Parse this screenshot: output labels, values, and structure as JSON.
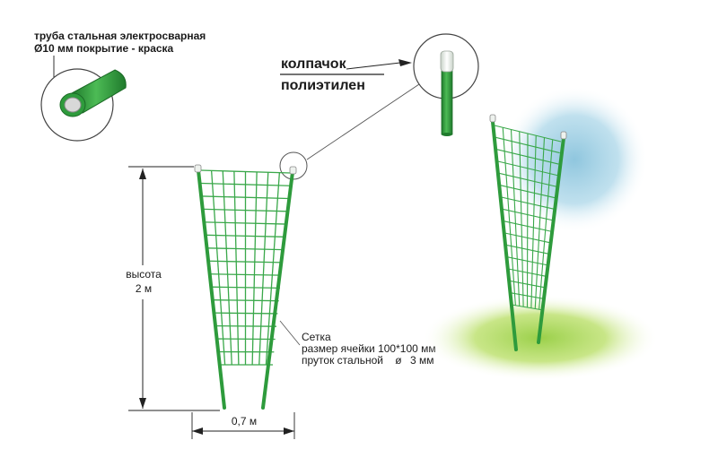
{
  "pipe_callout": {
    "line1": "труба стальная электросварная",
    "line2": "Ø10 мм покрытие - краска"
  },
  "cap_callout": {
    "line1": "колпачок",
    "line2": "полиэтилен"
  },
  "height_dimension": {
    "line1": "высота",
    "line2": "2 м"
  },
  "width_dimension": {
    "label": "0,7 м"
  },
  "mesh_callout": {
    "line1": "Сетка",
    "line2_prefix": "размер ячейки",
    "line2_value": "100*100",
    "line2_unit": "мм",
    "line3_prefix": "пруток стальной",
    "line3_symbol": "ø",
    "line3_value": "3 мм"
  },
  "colors": {
    "frame_green": "#2e9b3c",
    "frame_dark": "#1f7a2c",
    "mesh_green": "#3aa84a",
    "cap_white": "#e8efe8",
    "sky_blue": "#a9d4e6",
    "grass_green": "#b7dc6a"
  }
}
